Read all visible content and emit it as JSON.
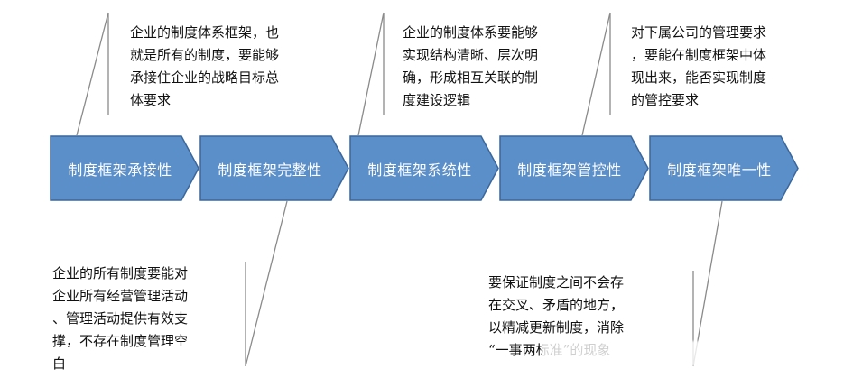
{
  "colors": {
    "arrow_fill": "#5b8fc9",
    "arrow_stroke": "#3a679c",
    "connector": "#8a8a8a",
    "text": "#111111"
  },
  "stages": [
    {
      "label": "制度框架承接性"
    },
    {
      "label": "制度框架完整性"
    },
    {
      "label": "制度框架系统性"
    },
    {
      "label": "制度框架管控性"
    },
    {
      "label": "制度框架唯一性"
    }
  ],
  "notes": {
    "top_1": "企业的制度体系框架，也\n就是所有的制度，要能够\n承接住企业的战略目标总\n体要求",
    "top_2": "企业的制度体系要能够\n实现结构清晰、层次明\n确，形成相互关联的制\n度建设逻辑",
    "top_3": "对下属公司的管理要求\n，要能在制度框架中体\n现出来，能否实现制度\n的管控要求",
    "bottom_1": "企业的所有制度要能对\n企业所有经营管理活动\n、管理活动提供有效支\n撑，不存在制度管理空\n白",
    "bottom_2": "要保证制度之间不会存\n在交叉、矛盾的地方，\n以精减更新制度，消除\n“一事两标准”的现象"
  }
}
